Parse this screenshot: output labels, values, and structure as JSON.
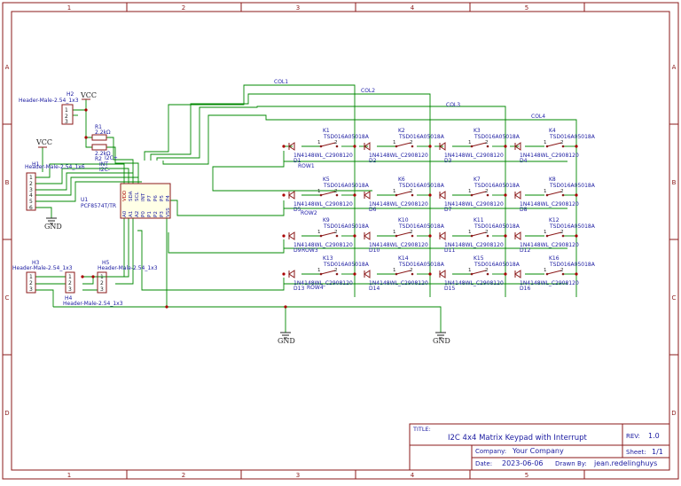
{
  "frame": {
    "columns": [
      "1",
      "2",
      "3",
      "4",
      "5"
    ],
    "rows": [
      "A",
      "B",
      "C",
      "D"
    ]
  },
  "power": {
    "vcc_top": "VCC",
    "vcc_left": "VCC",
    "gnd_left": "GND",
    "gnd_mid": "GND",
    "gnd_right": "GND"
  },
  "headers": {
    "h2": {
      "ref": "H2",
      "part": "Header-Male-2.54_1x3",
      "pins": [
        "1",
        "2",
        "3"
      ]
    },
    "h1": {
      "ref": "H1",
      "part": "Header-Male-2.54_1x6",
      "pins": [
        "1",
        "2",
        "3",
        "4",
        "5",
        "6"
      ]
    },
    "h3": {
      "ref": "H3",
      "part": "Header-Male-2.54_1x3",
      "pins": [
        "1",
        "2",
        "3"
      ]
    },
    "h4": {
      "ref": "H4",
      "part": "Header-Male-2.54_1x3",
      "pins": [
        "1",
        "2",
        "3"
      ]
    },
    "h5": {
      "ref": "H5",
      "part": "Header-Male-2.54_1x3",
      "pins": [
        "1",
        "2",
        "3"
      ]
    }
  },
  "resistors": [
    {
      "ref": "R1",
      "value": "2.2kΩ"
    },
    {
      "ref": "R2",
      "value": "2.2kΩ"
    }
  ],
  "nets": {
    "int": "INT",
    "i2c_plus": "I2C+",
    "i2c_minus": "I2C-",
    "col1": "COL1",
    "col2": "COL2",
    "col3": "COL3",
    "col4": "COL4",
    "row1": "ROW1",
    "row2": "ROW2",
    "row3": "ROW3",
    "row4": "ROW4"
  },
  "ic": {
    "ref": "U1",
    "part": "PCF8574T/TR",
    "pins_top": [
      "VDD",
      "SDA",
      "SCL",
      "INT",
      "P7",
      "P6",
      "P5",
      "P4"
    ],
    "pins_bottom": [
      "A0",
      "A1",
      "A2",
      "P0",
      "P1",
      "P2",
      "P3",
      "VSS"
    ]
  },
  "switch_part": "TSD016A05018A",
  "diode_part": "1N4148WL_C2908120",
  "keys": [
    {
      "k": "K1",
      "d": "D1"
    },
    {
      "k": "K2",
      "d": "D2"
    },
    {
      "k": "K3",
      "d": "D3"
    },
    {
      "k": "K4",
      "d": "D4"
    },
    {
      "k": "K5",
      "d": "D5"
    },
    {
      "k": "K6",
      "d": "D6"
    },
    {
      "k": "K7",
      "d": "D7"
    },
    {
      "k": "K8",
      "d": "D8"
    },
    {
      "k": "K9",
      "d": "D9"
    },
    {
      "k": "K10",
      "d": "D10"
    },
    {
      "k": "K11",
      "d": "D11"
    },
    {
      "k": "K12",
      "d": "D12"
    },
    {
      "k": "K13",
      "d": "D13"
    },
    {
      "k": "K14",
      "d": "D14"
    },
    {
      "k": "K15",
      "d": "D15"
    },
    {
      "k": "K16",
      "d": "D16"
    }
  ],
  "switch_pins": [
    "1",
    "2"
  ],
  "title_block": {
    "title_label": "TITLE:",
    "title": "I2C 4x4 Matrix Keypad with Interrupt",
    "rev_label": "REV:",
    "rev": "1.0",
    "company_label": "Company:",
    "company": "Your Company",
    "sheet_label": "Sheet:",
    "sheet": "1/1",
    "date_label": "Date:",
    "date": "2023-06-06",
    "drawn_label": "Drawn By:",
    "drawn_by": "jean.redelinghuys"
  },
  "colors": {
    "frame": "#8b1a1a",
    "wire": "#008800",
    "component": "#8b1a1a",
    "label": "#1a1aa0",
    "net_label": "#2222aa",
    "junction": "#aa0000",
    "ic_fill": "#ffffe6"
  }
}
